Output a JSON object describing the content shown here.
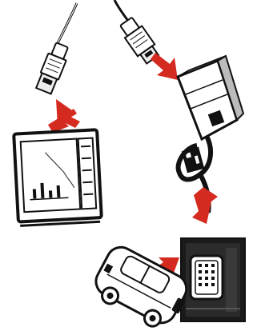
{
  "colors": {
    "arrow": "#d42a1f",
    "ink": "#111111",
    "background": "#ffffff"
  },
  "diagram": {
    "nodes": [
      {
        "id": "usb-cable-left",
        "icon": "usb-plug"
      },
      {
        "id": "laptop",
        "icon": "laptop"
      },
      {
        "id": "usb-cable-top",
        "icon": "usb-plug"
      },
      {
        "id": "interface-box",
        "icon": "obd-interface"
      },
      {
        "id": "obd-cable",
        "icon": "cable"
      },
      {
        "id": "obd-connector",
        "icon": "obd-port"
      },
      {
        "id": "car",
        "icon": "car"
      }
    ],
    "edges": [
      {
        "from": "usb-cable-left",
        "to": "laptop"
      },
      {
        "from": "usb-cable-top",
        "to": "interface-box"
      },
      {
        "from": "obd-cable",
        "to": "obd-connector"
      },
      {
        "from": "obd-connector",
        "to": "car"
      }
    ]
  }
}
